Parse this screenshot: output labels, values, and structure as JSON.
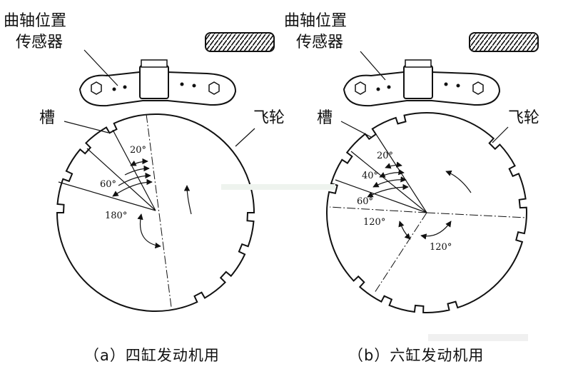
{
  "diagrams": [
    {
      "sensor_label_line1": "曲轴位置",
      "sensor_label_line2": "传感器",
      "slot_label": "槽",
      "flywheel_label": "飞轮",
      "angles": [
        "20°",
        "60°",
        "180°"
      ],
      "caption": "（a）四缸发动机用"
    },
    {
      "sensor_label_line1": "曲轴位置",
      "sensor_label_line2": "传感器",
      "slot_label": "槽",
      "flywheel_label": "飞轮",
      "angles": [
        "20°",
        "40°",
        "60°",
        "120°",
        "120°"
      ],
      "caption": "（b）六缸发动机用"
    }
  ]
}
